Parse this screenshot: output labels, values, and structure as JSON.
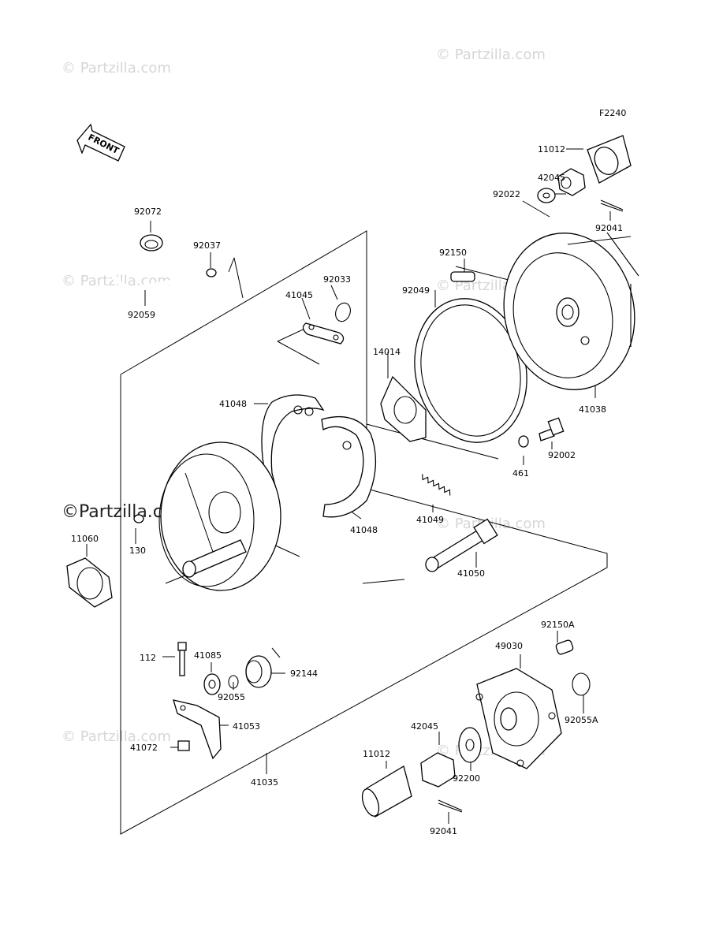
{
  "diagram_code": "F2240",
  "front_label": "FRONT",
  "watermarks": {
    "text": "© Partzilla.com",
    "bold_text": "©Partzilla.com"
  },
  "labels": {
    "p11012_top": "11012",
    "p42045_top": "42045",
    "p92022": "92022",
    "p92041_top": "92041",
    "p92072": "92072",
    "p92037": "92037",
    "p92059": "92059",
    "p92150": "92150",
    "p92049": "92049",
    "p92033": "92033",
    "p41045": "41045",
    "p14014": "14014",
    "p41038": "41038",
    "p41048_top": "41048",
    "p41048_bot": "41048",
    "p461": "461",
    "p92002": "92002",
    "p130": "130",
    "p11060": "11060",
    "p41049": "41049",
    "p41050": "41050",
    "p112": "112",
    "p41085": "41085",
    "p92144": "92144",
    "p92055": "92055",
    "p41053": "41053",
    "p41072": "41072",
    "p41035": "41035",
    "p92150A": "92150A",
    "p49030": "49030",
    "p92055A": "92055A",
    "p42045_bot": "42045",
    "p11012_bot": "11012",
    "p92200": "92200",
    "p92041_bot": "92041"
  }
}
